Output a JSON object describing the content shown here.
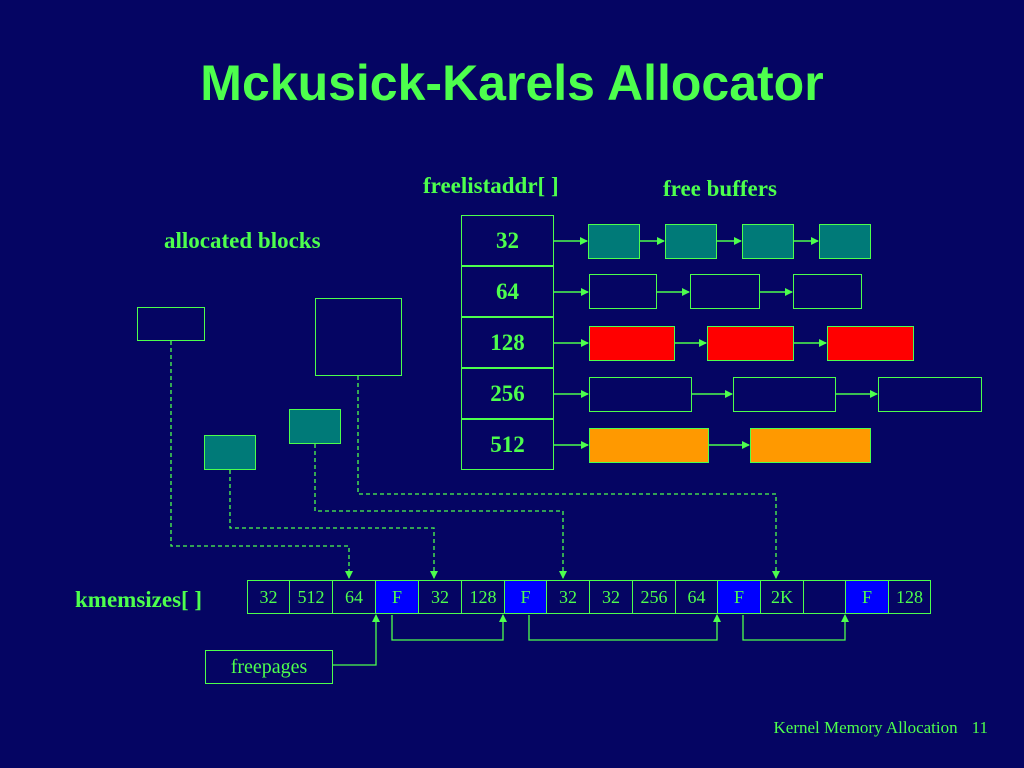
{
  "slide": {
    "title": "Mckusick-Karels Allocator",
    "footer_text": "Kernel Memory Allocation",
    "page_number": "11"
  },
  "diagram": {
    "labels": {
      "freelistaddr": "freelistaddr[ ]",
      "free_buffers": "free buffers",
      "allocated_blocks": "allocated blocks",
      "kmemsizes": "kmemsizes[ ]",
      "freepages": "freepages"
    },
    "freelist": [
      {
        "size": "32",
        "buffers": 4,
        "fill": "teal"
      },
      {
        "size": "64",
        "buffers": 3,
        "fill": "none"
      },
      {
        "size": "128",
        "buffers": 3,
        "fill": "red"
      },
      {
        "size": "256",
        "buffers": 3,
        "fill": "none"
      },
      {
        "size": "512",
        "buffers": 2,
        "fill": "orange"
      }
    ],
    "kmemsizes": [
      "32",
      "512",
      "64",
      "F",
      "32",
      "128",
      "F",
      "32",
      "32",
      "256",
      "64",
      "F",
      "2K",
      "",
      "F",
      "128"
    ],
    "colors": {
      "background": "#050563",
      "foreground": "#4dff4d",
      "teal": "#007a78",
      "red": "#ff0000",
      "orange": "#ff9900",
      "free_page": "#0000ff"
    }
  }
}
